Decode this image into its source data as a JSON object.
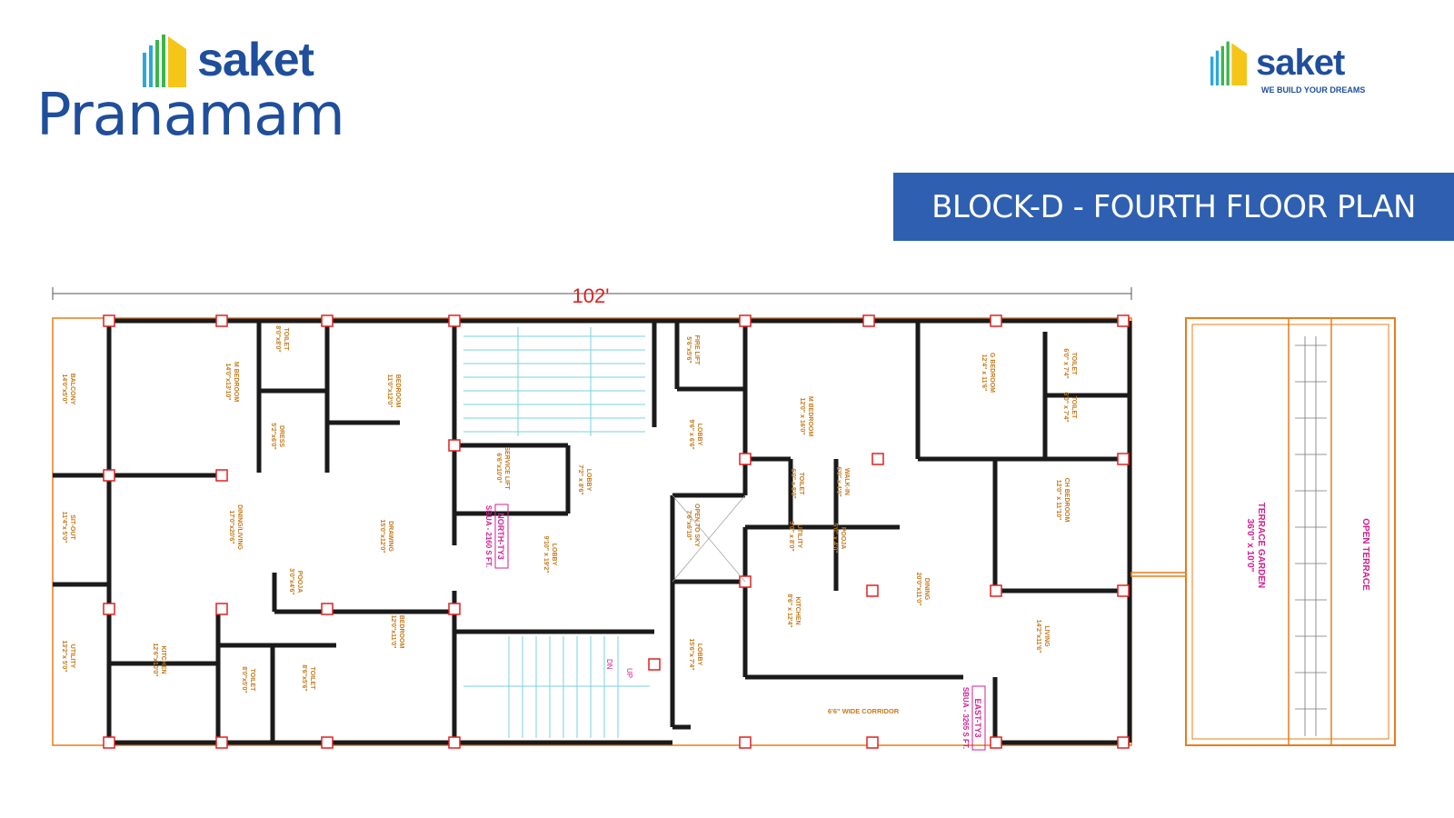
{
  "brand": {
    "name": "saket",
    "project": "Pranamam",
    "tagline": "WE BUILD YOUR DREAMS"
  },
  "colors": {
    "brand_blue": "#1f4e9c",
    "banner_bg": "#2e5fb0",
    "wall": "#1a1a1a",
    "label": "#c47a1a",
    "magenta": "#d0208f",
    "terrace": "#e87c1c",
    "column": "#e02020",
    "stair": "#7ad0e0"
  },
  "banner": {
    "title": "BLOCK-D - FOURTH FLOOR PLAN"
  },
  "plan": {
    "overall_dimension": "102'",
    "rooms": [
      {
        "name": "BALCONY",
        "size": "14'0\"x5'0\""
      },
      {
        "name": "M BEDROOM",
        "size": "14'0\"x13'10\""
      },
      {
        "name": "TOILET",
        "size": "8'0\"x8'0\""
      },
      {
        "name": "DRESS",
        "size": "5'2\"x6'0\""
      },
      {
        "name": "BEDROOM",
        "size": "11'0\"x12'0\""
      },
      {
        "name": "SIT-OUT",
        "size": "11'4\"x 5'0\""
      },
      {
        "name": "DINING/LIVING",
        "size": "17'0\"x20'6\""
      },
      {
        "name": "DRAWING",
        "size": "15'0\"x12'0\""
      },
      {
        "name": "POOJA",
        "size": "3'0\"x4'6\""
      },
      {
        "name": "UTILITY",
        "size": "13'2\"x 5'0\""
      },
      {
        "name": "KITCHEN",
        "size": "12'6\"x10'0\""
      },
      {
        "name": "TOILET",
        "size": "8'0\"x5'0\""
      },
      {
        "name": "TOILET",
        "size": "8'6\"x5'6\""
      },
      {
        "name": "BEDROOM",
        "size": "12'0\"x11'0\""
      },
      {
        "name": "SERVICE LIFT",
        "size": "6'6\"x10'0\""
      },
      {
        "name": "LOBBY",
        "size": "7'2\" x 8'6\""
      },
      {
        "name": "LOBBY",
        "size": "9'10\" x 19'2\""
      },
      {
        "name": "FIRE LIFT",
        "size": "5'6\"x5'6\""
      },
      {
        "name": "LOBBY",
        "size": "9'6\" x 6'6\""
      },
      {
        "name": "OPEN TO SKY",
        "size": "7'6\"x6'10\""
      },
      {
        "name": "LOBBY",
        "size": "15'6\"x 7'4\""
      },
      {
        "name": "M BEDROOM",
        "size": "12'0\" x 16'0\""
      },
      {
        "name": "TOILET",
        "size": "6'0\" x 8'0\""
      },
      {
        "name": "WALK-IN",
        "size": "6'0\" x 4'0\""
      },
      {
        "name": "UTILITY",
        "size": "5'0\" x 8'0\""
      },
      {
        "name": "POOJA",
        "size": "5'0\" x 4'0\""
      },
      {
        "name": "KITCHEN",
        "size": "8'6\" x 12'4\""
      },
      {
        "name": "DINING",
        "size": "20'0\"x11'0\""
      },
      {
        "name": "G BEDROOM",
        "size": "12'4\" x 11'6\""
      },
      {
        "name": "TOILET",
        "size": "6'0\" x 7'4\""
      },
      {
        "name": "TOILET",
        "size": "6'0\" x 7'4\""
      },
      {
        "name": "CH BEDROOM",
        "size": "12'0\" x 11'10\""
      },
      {
        "name": "LIVING",
        "size": "14'2\"x11'6\""
      }
    ],
    "units": [
      {
        "name": "NORTH-TY3",
        "area": "SBUA - 2160 S FT."
      },
      {
        "name": "EAST-TY3",
        "area": "SBUA - 3265 S FT."
      }
    ],
    "corridor": "6'6\" WIDE CORRIDOR",
    "terrace_garden": {
      "name": "TERRACE GARDEN",
      "size": "36'0\" x 10'0\""
    },
    "open_terrace": "OPEN TERRACE",
    "stair_labels": {
      "up": "UP",
      "dn": "DN"
    }
  }
}
